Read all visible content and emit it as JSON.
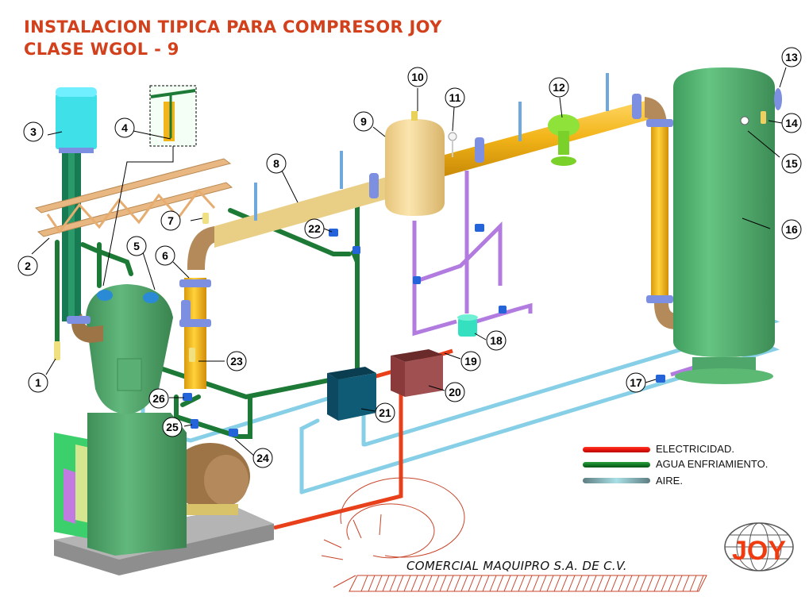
{
  "header": {
    "title_line1": "INSTALACION TIPICA PARA COMPRESOR JOY",
    "title_line2": "CLASE WGOL - 9"
  },
  "callouts": [
    {
      "number": "1"
    },
    {
      "number": "2"
    },
    {
      "number": "3"
    },
    {
      "number": "4"
    },
    {
      "number": "5"
    },
    {
      "number": "6"
    },
    {
      "number": "7"
    },
    {
      "number": "8"
    },
    {
      "number": "9"
    },
    {
      "number": "10"
    },
    {
      "number": "11"
    },
    {
      "number": "12"
    },
    {
      "number": "13"
    },
    {
      "number": "14"
    },
    {
      "number": "15"
    },
    {
      "number": "16"
    },
    {
      "number": "17"
    },
    {
      "number": "18"
    },
    {
      "number": "19"
    },
    {
      "number": "20"
    },
    {
      "number": "21"
    },
    {
      "number": "22"
    },
    {
      "number": "23"
    },
    {
      "number": "24"
    },
    {
      "number": "25"
    },
    {
      "number": "26"
    }
  ],
  "legend": {
    "items": [
      {
        "label": "ELECTRICIDAD.",
        "color": "#e8140a"
      },
      {
        "label": "AGUA  ENFRIAMIENTO.",
        "color": "#1a7f2a"
      },
      {
        "label": "AIRE.",
        "color": "#7fb8c0"
      }
    ]
  },
  "footer": {
    "company": "COMERCIAL MAQUIPRO S.A. DE C.V.",
    "brand_logo_text": "JOY"
  },
  "colors": {
    "title": "#d2401c",
    "air_main_pipe": "#f2b418",
    "air_pipe_light": "#e9cf86",
    "water_pipe": "#1c7a36",
    "air_line": "#86cfe6",
    "drain_line": "#b27be0",
    "electric_line": "#e8401a",
    "flange": "#7d8fe0",
    "compressor": "#4fa66b",
    "receiver_tank": "#5bb974",
    "motor": "#9c7446",
    "separator": "#f0d79a",
    "intake_filter": "#3fe0e8",
    "trap": "#35e0c0",
    "starter_box": "#a05050",
    "panel_box": "#0f5a74",
    "valve": "#2463d8",
    "truss": "#e9b882"
  }
}
